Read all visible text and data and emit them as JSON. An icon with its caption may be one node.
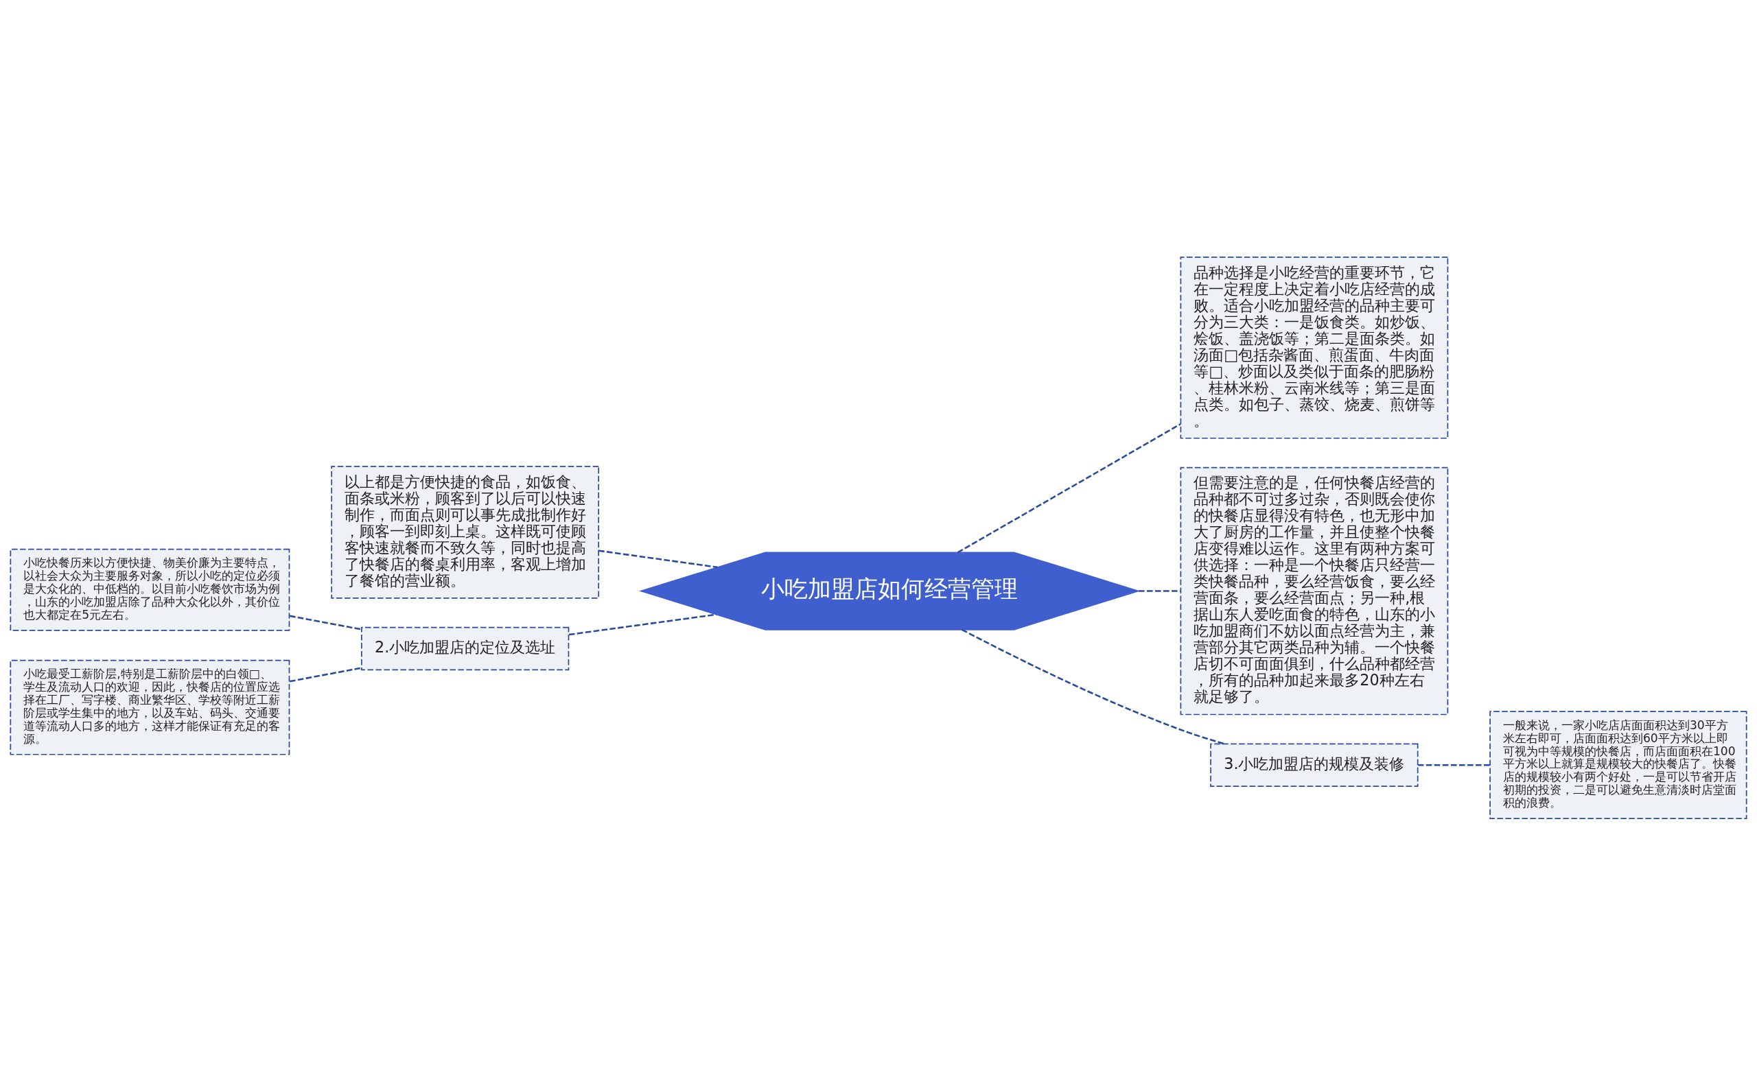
{
  "diagram": {
    "nodes": [
      {
        "text": [
          "小吃加盟店如何经营管理"
        ]
      },
      {
        "text": [
          "品种选择是小吃经营的重要环节，它在一定程度上决定着小吃店经营的成败。适合小吃加盟经营的品种主要可分为三大类：一是饭食类。如炒饭、烩饭、盖浇饭等；第二是面条类。如汤面□包括杂酱面、煎蛋面、牛肉面等□、炒面以及类似于面条的肥肠粉、桂林米粉、云南米线等；第三是面点类。如包子、蒸饺、烧麦、煎饼等。"
        ]
      },
      {
        "text": [
          "以上都是方便快捷的食品，如饭食、面条或米粉，顾客到了以后可以快速制作，而面点则可以事先成批制作好，顾客一到即刻上桌。这样既可使顾客快速就餐而不致久等，同时也提高了快餐店的餐桌利用率，客观上增加了餐馆的营业额。"
        ]
      },
      {
        "text": [
          "但需要注意的是，任何快餐店经营的品种都不可过多过杂，否则既会使你的快餐店显得没有特色，也无形中加大了厨房的工作量，并且使整个快餐店变得难以运作。这里有两种方案可供选择：一种是一个快餐店只经营一类快餐品种，要么经营饭食，要么经营面条，要么经营面点；另一种,根据山东人爱吃面食的特色，山东的小吃加盟商们不妨以面点经营为主，兼营部分其它两类品种为辅。一个快餐店切不可面面俱到，什么品种都经营，所有的品种加起来最多20种左右就足够了。"
        ]
      },
      {
        "text": [
          "小吃快餐历来以方便快捷、物美价廉为主要特点，以社会大众为主要服务对象，所以小吃的定位必须是大众化的、中低档的。以目前小吃餐饮市场为例，山东的小吃加盟店除了品种大众化以外，其价位也大都定在5元左右。"
        ]
      },
      {
        "text": [
          "2.小吃加盟店的定位及选址"
        ]
      },
      {
        "text": [
          "小吃最受工薪阶层,特别是工薪阶层中的白领□、学生及流动人口的欢迎，因此，快餐店的位置应选择在工厂、写字楼、商业繁华区、学校等附近工薪阶层或学生集中的地方，以及车站、码头、交通要道等流动人口多的地方，这样才能保证有充足的客源。"
        ]
      },
      {
        "text": [
          "3.小吃加盟店的规模及装修"
        ]
      },
      {
        "text": [
          "一般来说，一家小吃店店面面积达到30平方米左右即可，店面面积达到60平方米以上即可视为中等规模的快餐店，而店面面积在100平方米以上就算是规模较大的快餐店了。快餐店的规模较小有两个好处，一是可以节省开店初期的投资，二是可以避免生意清淡时店堂面积的浪费。"
        ]
      }
    ],
    "edges": [
      {
        "from": 0,
        "to": 1,
        "arrow": "none"
      },
      {
        "from": 0,
        "to": 2,
        "arrow": "none"
      },
      {
        "from": 0,
        "to": 3,
        "arrow": "none"
      },
      {
        "from": 0,
        "to": 5,
        "arrow": "none"
      },
      {
        "from": 5,
        "to": 4,
        "arrow": "none"
      },
      {
        "from": 5,
        "to": 6,
        "arrow": "none"
      },
      {
        "from": 0,
        "to": 7,
        "arrow": "none"
      },
      {
        "from": 7,
        "to": 8,
        "arrow": "none"
      }
    ]
  }
}
